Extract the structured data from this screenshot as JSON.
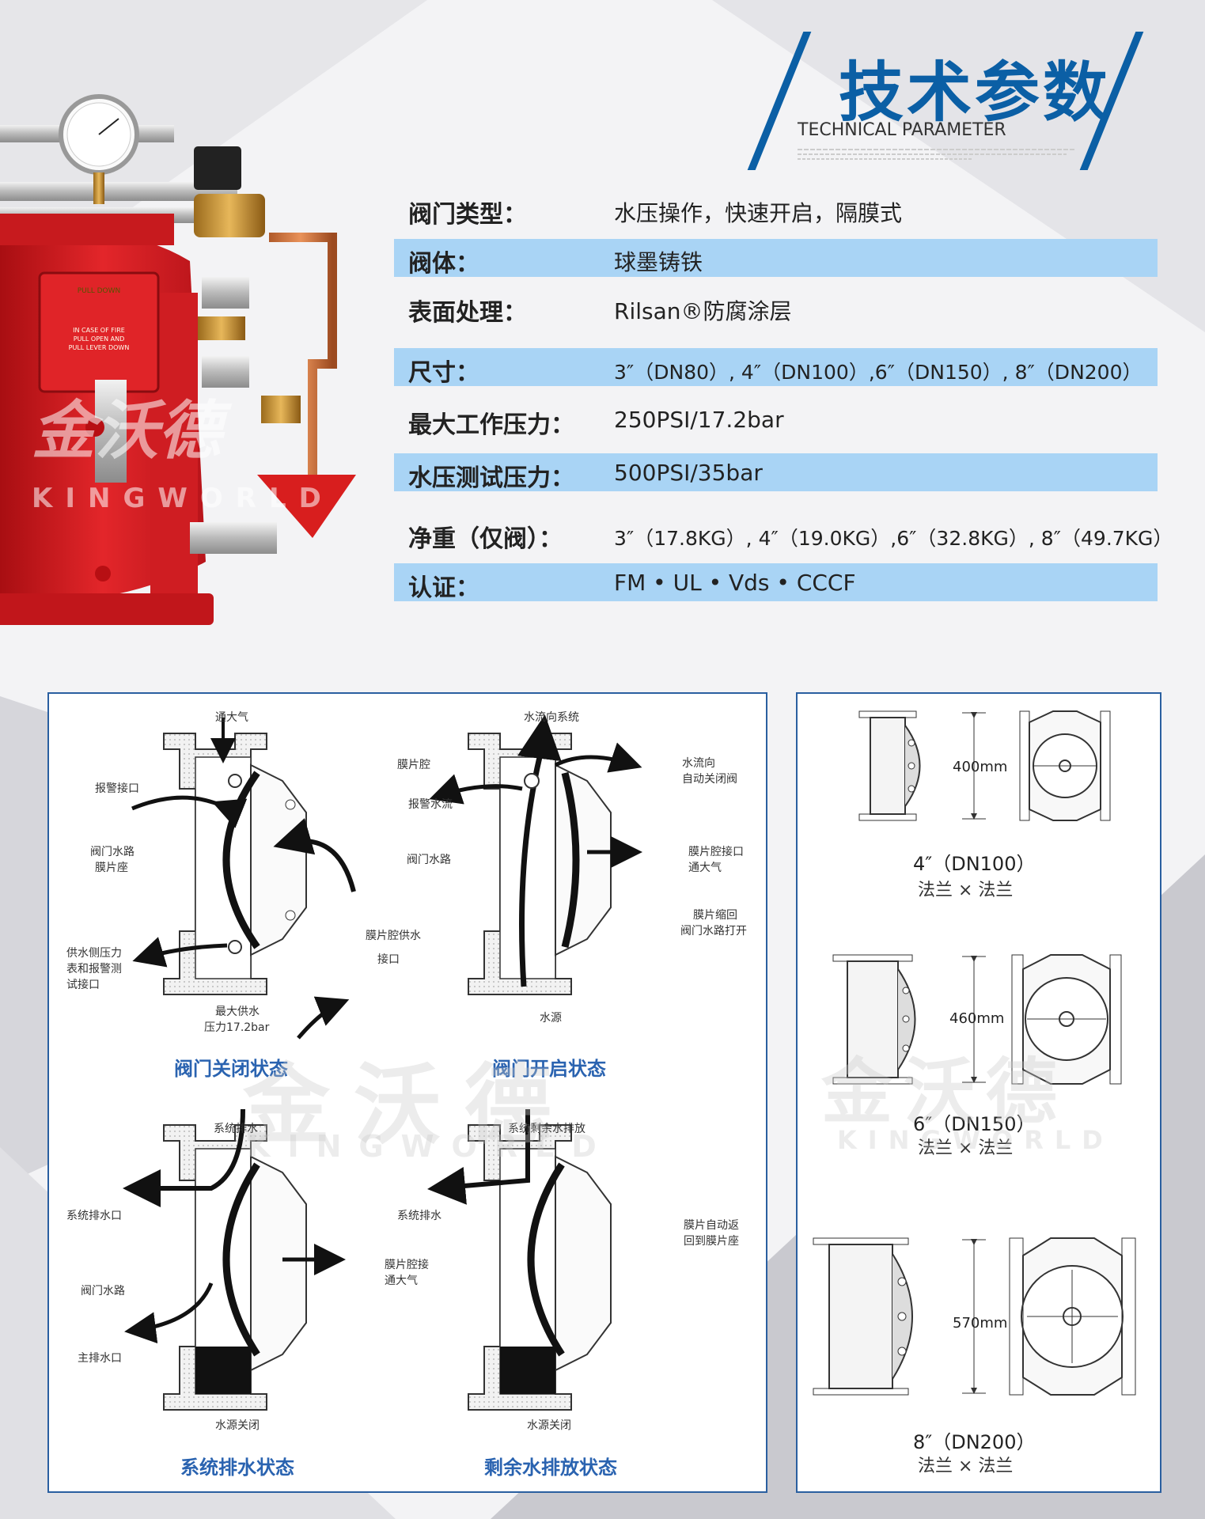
{
  "header": {
    "title": "技术参数",
    "subtitle": "TECHNICAL PARAMETER"
  },
  "params": [
    {
      "label": "阀门类型：",
      "value": "水压操作，快速开启，隔膜式"
    },
    {
      "label": "阀体：",
      "value": "球墨铸铁"
    },
    {
      "label": "表面处理：",
      "value": "Rilsan®防腐涂层"
    },
    {
      "label": "尺寸：",
      "value": "3″（DN80）, 4″（DN100）,6″（DN150）, 8″（DN200）"
    },
    {
      "label": "最大工作压力：",
      "value": "250PSI/17.2bar"
    },
    {
      "label": "水压测试压力：",
      "value": "500PSI/35bar"
    },
    {
      "label": "净重（仅阀）：",
      "value": "3″（17.8KG）, 4″（19.0KG）,6″（32.8KG）, 8″（49.7KG）"
    },
    {
      "label": "认证：",
      "value": "FM • UL • Vds • CCCF"
    }
  ],
  "product": {
    "label_lines": [
      "IN CASE OF FIRE",
      "PULL OPEN AND",
      "PULL LEVER DOWN"
    ],
    "top_text": "PULL DOWN"
  },
  "watermark": {
    "cn": "金沃德",
    "en": "KINGWORLD"
  },
  "diagrams": {
    "closed": {
      "title": "阀门关闭状态",
      "labels": [
        "通大气",
        "报警接口",
        "膜片腔",
        "阀门水路",
        "膜片座",
        "供水侧压力",
        "表和报警测",
        "试接口",
        "膜片腔供水",
        "接口",
        "最大供水",
        "压力17.2bar"
      ]
    },
    "open": {
      "title": "阀门开启状态",
      "labels": [
        "水流向系统",
        "报警水流",
        "水流向",
        "自动关闭阀",
        "阀门水路",
        "膜片腔接口",
        "通大气",
        "膜片缩回",
        "阀门水路打开",
        "水源"
      ]
    },
    "drain": {
      "title": "系统排水状态",
      "labels": [
        "系统排水",
        "系统排水口",
        "阀门水路",
        "主排水口",
        "膜片腔接",
        "通大气",
        "水源关闭"
      ]
    },
    "residual": {
      "title": "剩余水排放状态",
      "labels": [
        "系统剩余水排放",
        "系统排水",
        "膜片自动返",
        "回到膜片座",
        "水源关闭"
      ]
    }
  },
  "sizes": [
    {
      "dim": "400mm",
      "size": "4″（DN100）",
      "conn": "法兰 × 法兰"
    },
    {
      "dim": "460mm",
      "size": "6″（DN150）",
      "conn": "法兰 × 法兰"
    },
    {
      "dim": "570mm",
      "size": "8″（DN200）",
      "conn": "法兰 × 法兰"
    }
  ],
  "colors": {
    "accent": "#0b5fa5",
    "band": "#a9d4f5",
    "valve_red": "#d81e1e",
    "panel_border": "#2a5fa0",
    "state_title": "#2a63b0"
  }
}
